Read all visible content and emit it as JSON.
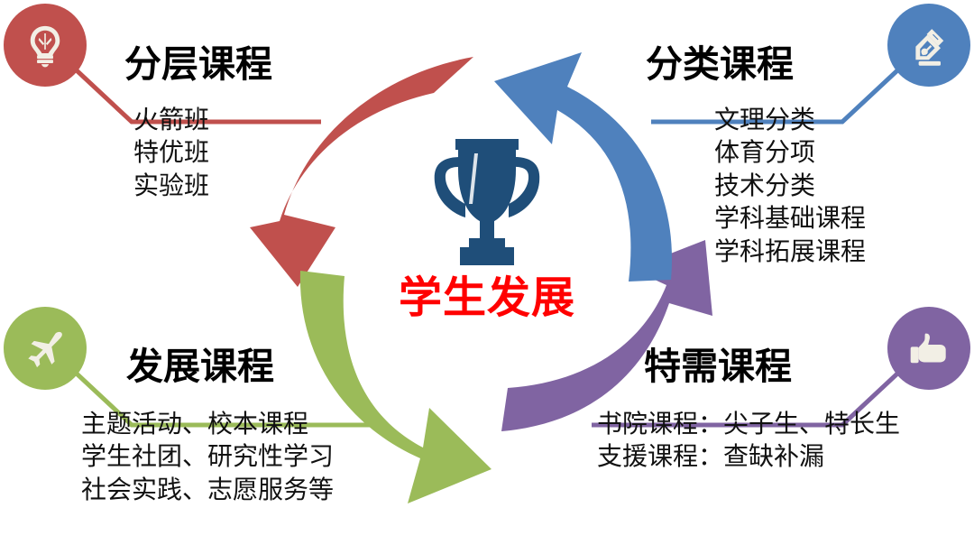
{
  "center": {
    "label": "学生发展",
    "icon": "trophy-icon",
    "label_color": "#FF0000",
    "trophy_color": "#1F4E79"
  },
  "colors": {
    "red": "#C0504D",
    "blue": "#4F81BD",
    "green": "#9BBB59",
    "purple": "#8064A2",
    "icon_fill": "#F2EFE5",
    "title": "#000000"
  },
  "quadrants": [
    {
      "id": "layered",
      "title": "分层课程",
      "color": "#C0504D",
      "icon": "lightbulb-icon",
      "items": [
        "火箭班",
        "特优班",
        "实验班"
      ]
    },
    {
      "id": "classified",
      "title": "分类课程",
      "color": "#4F81BD",
      "icon": "pen-nib-icon",
      "items": [
        "文理分类",
        "体育分项",
        "技术分类",
        "学科基础课程",
        "学科拓展课程"
      ]
    },
    {
      "id": "development",
      "title": "发展课程",
      "color": "#9BBB59",
      "icon": "airplane-icon",
      "items": [
        "主题活动、校本课程",
        "学生社团、研究性学习",
        "社会实践、志愿服务等"
      ]
    },
    {
      "id": "special-needs",
      "title": "特需课程",
      "color": "#8064A2",
      "icon": "thumbs-up-icon",
      "items": [
        "书院课程：尖子生、特长生",
        "支援课程：查缺补漏"
      ]
    }
  ],
  "arrows": [
    {
      "name": "red-arrow",
      "color": "#C0504D",
      "from": "top",
      "to": "left"
    },
    {
      "name": "green-arrow",
      "color": "#9BBB59",
      "from": "left",
      "to": "bottom"
    },
    {
      "name": "purple-arrow",
      "color": "#8064A2",
      "from": "bottom",
      "to": "right"
    },
    {
      "name": "blue-arrow",
      "color": "#4F81BD",
      "from": "right",
      "to": "top"
    }
  ]
}
